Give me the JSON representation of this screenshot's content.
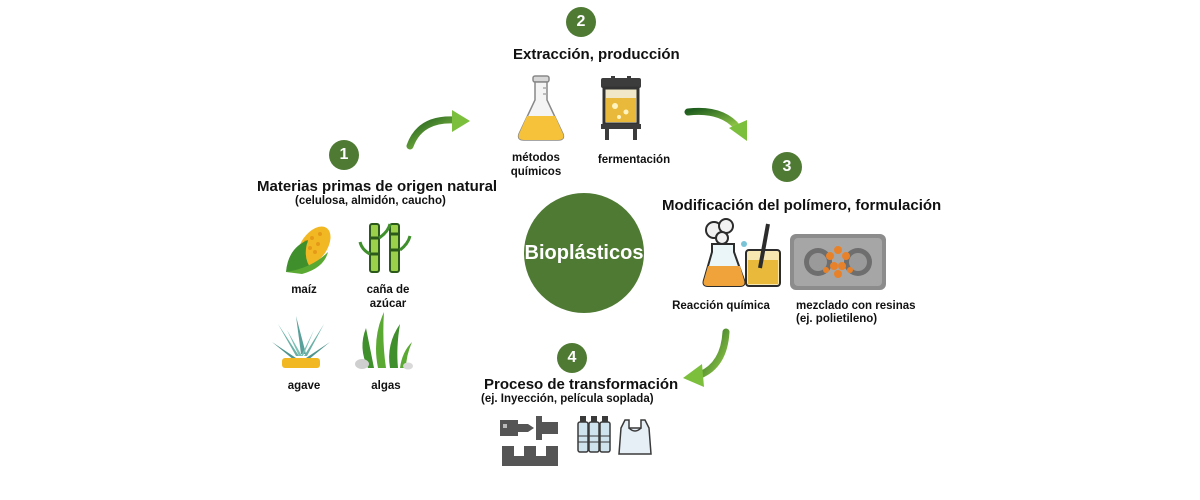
{
  "center": {
    "label": "Bioplásticos"
  },
  "steps": [
    {
      "number": "1",
      "title": "Materias primas de origen natural",
      "subtitle": "(celulosa, almidón, caucho)",
      "items": [
        "maíz",
        "caña de azúcar",
        "agave",
        "algas"
      ]
    },
    {
      "number": "2",
      "title": "Extracción, producción",
      "items": [
        "métodos químicos",
        "fermentación"
      ]
    },
    {
      "number": "3",
      "title": "Modificación del polímero, formulación",
      "items": [
        "Reacción química",
        "mezclado con resinas",
        "(ej. polietileno)"
      ]
    },
    {
      "number": "4",
      "title": "Proceso de transformación",
      "subtitle": "(ej. Inyección, película soplada)"
    }
  ],
  "colors": {
    "accent": "#4f7a34",
    "arrow": "#3f8f2c"
  }
}
